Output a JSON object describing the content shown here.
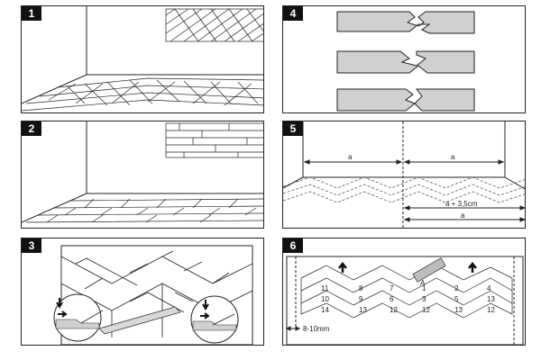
{
  "steps": [
    {
      "number": "1"
    },
    {
      "number": "2"
    },
    {
      "number": "3"
    },
    {
      "number": "4"
    },
    {
      "number": "5"
    },
    {
      "number": "6"
    }
  ],
  "step5": {
    "label_a_left": "a",
    "label_a_right": "a",
    "label_a_plus": "a + 3,5cm",
    "label_a_bottom": "a"
  },
  "step6": {
    "label_A": "A",
    "gap_label": "8-10mm",
    "plank_numbers": [
      "11",
      "8",
      "7",
      "1",
      "2",
      "4",
      "10",
      "9",
      "6",
      "3",
      "5",
      "13",
      "14",
      "13",
      "12",
      "12",
      "13",
      "12"
    ]
  },
  "colors": {
    "line": "#222222",
    "fill_gray": "#d0d0d0",
    "hatch": "#999999"
  }
}
